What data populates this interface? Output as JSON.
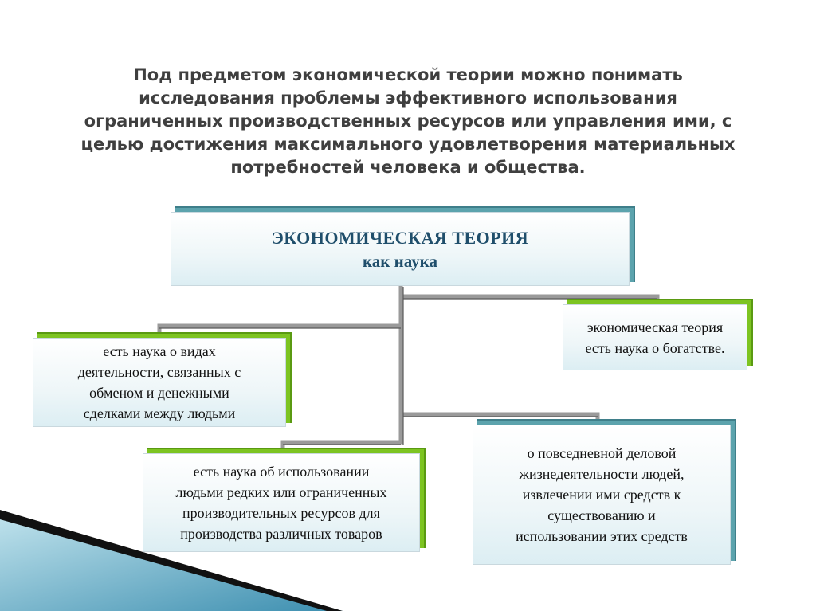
{
  "slide": {
    "title": "Под предметом экономической теории можно понимать\nисследования проблемы эффективного использования\nограниченных производственных ресурсов или управления ими, с\nцелью достижения максимального удовлетворения материальных\nпотребностей человека и общества."
  },
  "diagram": {
    "root": {
      "line1": "ЭКОНОМИЧЕСКАЯ ТЕОРИЯ",
      "line2": "как наука"
    },
    "nodes": {
      "activities": "есть наука о видах\nдеятельности, связанных с\nобменом и денежными\nсделками между людьми",
      "wealth": "экономическая теория\nесть наука о богатстве.",
      "scarce_resources": "есть наука об использовании\nлюдьми редких или ограниченных\nпроизводительных ресурсов для\nпроизводства различных товаров",
      "everyday_life": "о повседневной деловой\nжизнедеятельности людей,\nизвлечении ими средств к\nсуществованию и\nиспользовании этих средств"
    }
  },
  "colors": {
    "title_text": "#3f3f3f",
    "root_text": "#1f4e6b",
    "teal_frame": "#5ca3ad",
    "green_frame": "#7dc421",
    "connector": "#9a9a9a",
    "connector_dark": "#5a5a5a"
  }
}
